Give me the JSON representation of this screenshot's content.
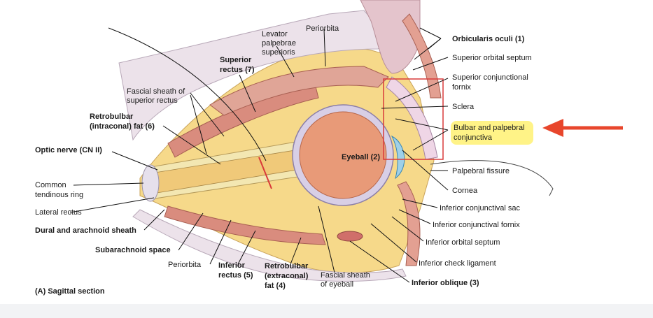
{
  "figure": {
    "caption": "(A) Sagittal section",
    "colors": {
      "fat": "#f6d98a",
      "muscle": "#d98c7e",
      "eyeball": "#e89a78",
      "sclera": "#d8cfe6",
      "bone": "#e9c9c4",
      "highlight": "#fff27a",
      "arrow": "#e8462c",
      "box": "#d93a3a"
    },
    "labels": {
      "eyeball": "Eyeball (2)",
      "periorbita_top": "Periorbita",
      "levator_1": "Levator",
      "levator_2": "palpebrae",
      "levator_3": "superioris",
      "superior_rectus_1": "Superior",
      "superior_rectus_2": "rectus (7)",
      "fascial_sheath_sr_1": "Fascial sheath of",
      "fascial_sheath_sr_2": "superior rectus",
      "retrobulbar_intra_1": "Retrobulbar",
      "retrobulbar_intra_2": "(intraconal) fat (6)",
      "optic_nerve": "Optic nerve (CN II)",
      "common_ring_1": "Common",
      "common_ring_2": "tendinous ring",
      "lateral_rectus": "Lateral rectus",
      "dural_sheath": "Dural and arachnoid sheath",
      "subarachnoid": "Subarachnoid space",
      "periorbita_bottom": "Periorbita",
      "inferior_rectus_1": "Inferior",
      "inferior_rectus_2": "rectus (5)",
      "retrobulbar_extra_1": "Retrobulbar",
      "retrobulbar_extra_2": "(extraconal)",
      "retrobulbar_extra_3": "fat (4)",
      "fascial_sheath_eye_1": "Fascial sheath",
      "fascial_sheath_eye_2": "of eyeball",
      "orbicularis": "Orbicularis oculi (1)",
      "sup_orbital_septum": "Superior orbital septum",
      "sup_conj_fornix_1": "Superior conjunctional",
      "sup_conj_fornix_2": "fornix",
      "sclera": "Sclera",
      "bulbar_1": "Bulbar and palpebral",
      "bulbar_2": "conjunctiva",
      "palpebral_fissure": "Palpebral fissure",
      "cornea": "Cornea",
      "inf_conj_sac": "Inferior conjunctival sac",
      "inf_conj_fornix": "Inferior conjunctival fornix",
      "inf_orbital_septum": "Inferior orbital septum",
      "inf_check_ligament": "Inferior check ligament",
      "inf_oblique": "Inferior oblique (3)"
    }
  }
}
